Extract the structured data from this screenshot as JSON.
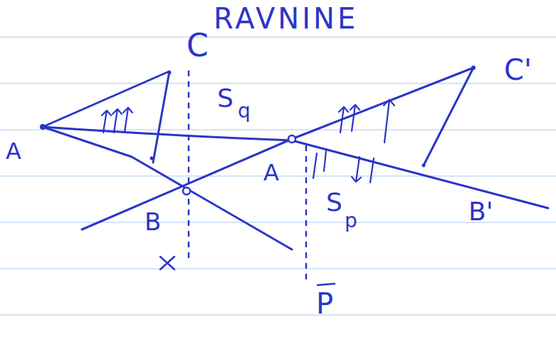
{
  "diagram": {
    "title": "RAVNINE",
    "labels": [
      "A",
      "C",
      "S",
      "q",
      "A",
      "B",
      "C'",
      "B'",
      "S",
      "p",
      "P"
    ]
  }
}
